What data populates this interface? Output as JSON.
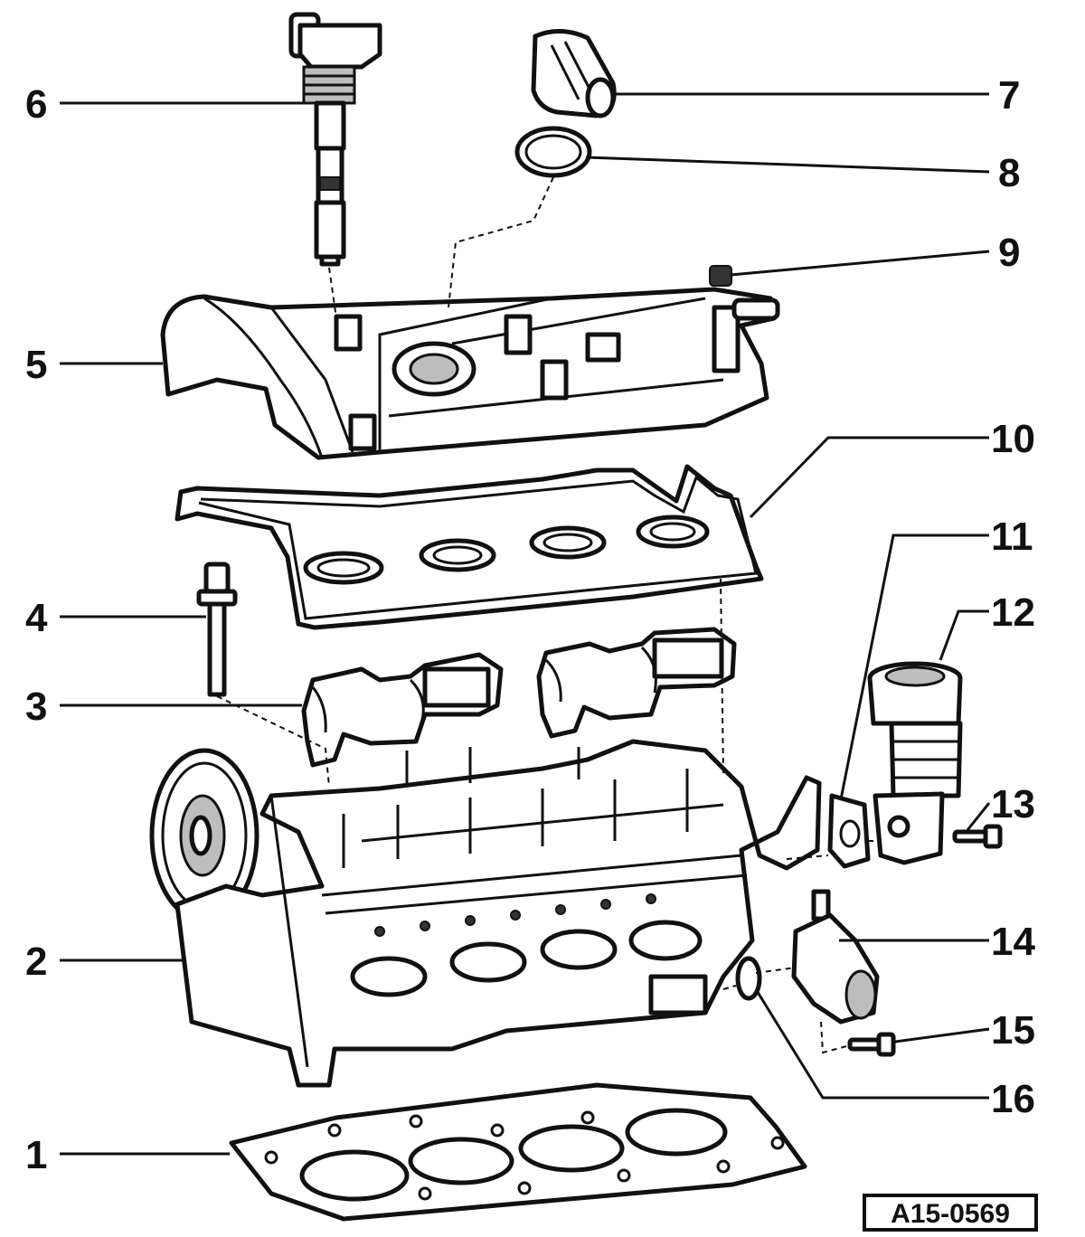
{
  "diagram": {
    "reference_code": "A15-0569",
    "callouts": [
      {
        "id": "1",
        "label": "1"
      },
      {
        "id": "2",
        "label": "2"
      },
      {
        "id": "3",
        "label": "3"
      },
      {
        "id": "4",
        "label": "4"
      },
      {
        "id": "5",
        "label": "5"
      },
      {
        "id": "6",
        "label": "6"
      },
      {
        "id": "7",
        "label": "7"
      },
      {
        "id": "8",
        "label": "8"
      },
      {
        "id": "9",
        "label": "9"
      },
      {
        "id": "10",
        "label": "10"
      },
      {
        "id": "11",
        "label": "11"
      },
      {
        "id": "12",
        "label": "12"
      },
      {
        "id": "13",
        "label": "13"
      },
      {
        "id": "14",
        "label": "14"
      },
      {
        "id": "15",
        "label": "15"
      },
      {
        "id": "16",
        "label": "16"
      }
    ]
  },
  "colors": {
    "ink": "#111111",
    "background": "#ffffff",
    "shade": "#bdbdbd"
  }
}
